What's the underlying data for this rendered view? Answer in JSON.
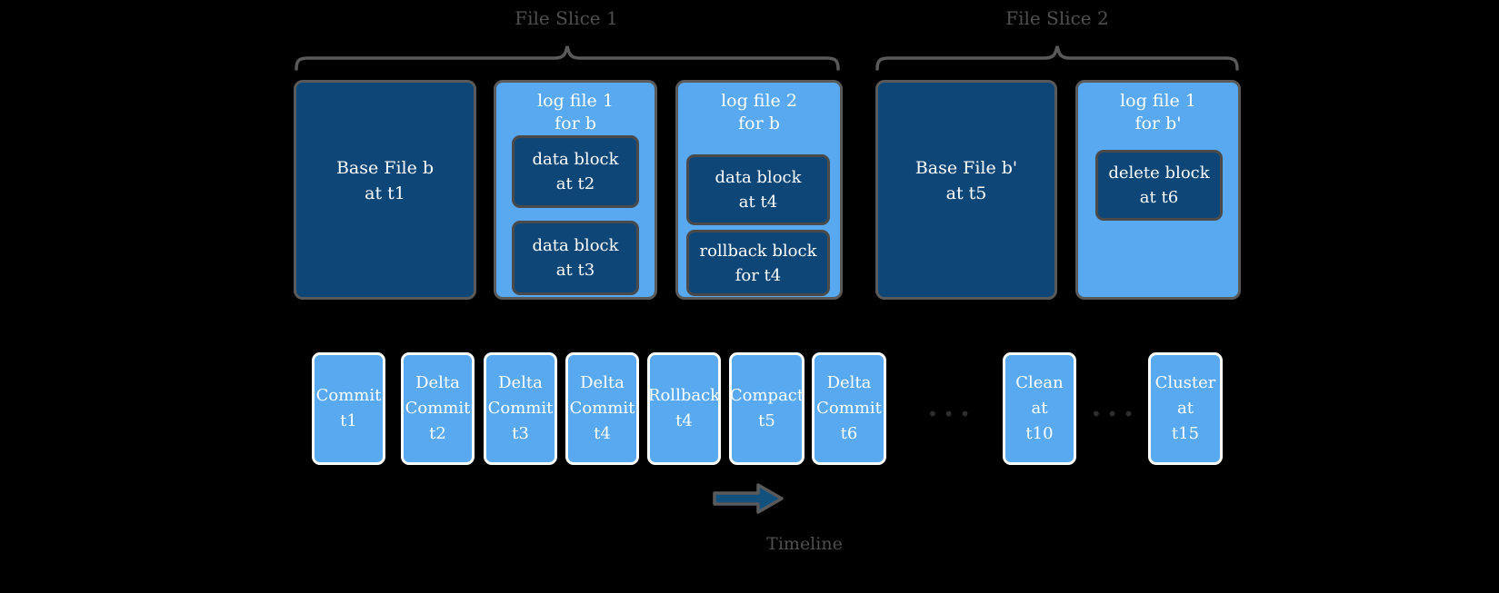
{
  "palette": {
    "background": "#000000",
    "base_file_fill": "#0E4677",
    "log_file_fill": "#58A9EF",
    "inner_block_fill": "#0E4677",
    "outer_border_gray": "#5A5A5A",
    "inner_block_border_gray": "#4A4A4A",
    "event_fill": "#58A9EF",
    "event_border": "#FFFFFF",
    "text_on_boxes": "#FFFFFF",
    "annotation_gray": "#4F4F4F",
    "arrow_fill": "#12507E",
    "ellipsis_gray": "#2E2E2E"
  },
  "slices": [
    {
      "label": "File Slice 1"
    },
    {
      "label": "File Slice 2"
    }
  ],
  "file_groups": [
    {
      "kind": "base-file",
      "text": "Base File b\nat t1"
    },
    {
      "kind": "log-file",
      "title": "log file 1\nfor b",
      "blocks": [
        {
          "text": "data block\nat t2"
        },
        {
          "text": "data block\nat t3"
        }
      ]
    },
    {
      "kind": "log-file",
      "title": "log file 2\nfor b",
      "blocks": [
        {
          "text": "data block\nat t4"
        },
        {
          "text": "rollback block\nfor t4"
        }
      ]
    },
    {
      "kind": "base-file",
      "text": "Base File b'\nat t5"
    },
    {
      "kind": "log-file",
      "title": "log file 1\nfor b'",
      "blocks": [
        {
          "text": "delete block\nat t6"
        }
      ]
    }
  ],
  "timeline": {
    "events": [
      {
        "text": "Commit\nt1"
      },
      {
        "text": "Delta\nCommit\nt2"
      },
      {
        "text": "Delta\nCommit\nt3"
      },
      {
        "text": "Delta\nCommit\nt4"
      },
      {
        "text": "Rollback\nt4"
      },
      {
        "text": "Compact\nt5"
      },
      {
        "text": "Delta\nCommit\nt6"
      },
      {
        "text": "Clean\nat\nt10"
      },
      {
        "text": "Cluster\nat\nt15"
      }
    ],
    "ellipsis": "•••",
    "arrow_label": "Timeline"
  }
}
